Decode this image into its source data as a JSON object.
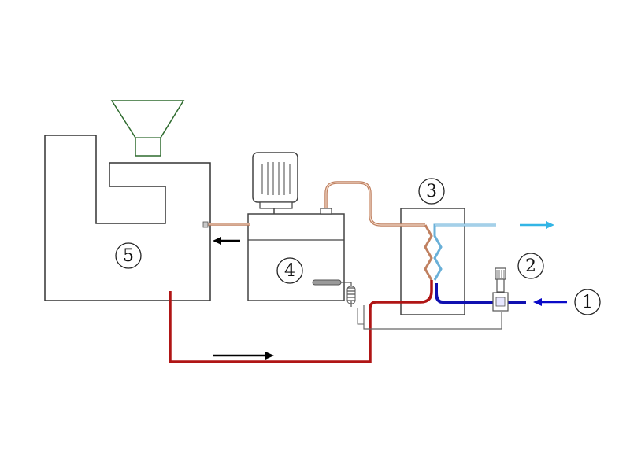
{
  "diagram": {
    "callouts": [
      {
        "id": "1",
        "label": "1"
      },
      {
        "id": "2",
        "label": "2"
      },
      {
        "id": "3",
        "label": "3"
      },
      {
        "id": "4",
        "label": "4"
      },
      {
        "id": "5",
        "label": "5"
      }
    ],
    "colors": {
      "outline": "#333333",
      "hopper": "#2e6b2e",
      "hot_pipe": "#b01515",
      "cold_pipe": "#1010b0",
      "warm_pipe": "#c08060",
      "outlet_pipe": "#6ab0d8",
      "arrow_black": "#000000",
      "arrow_blue": "#0a0ac8",
      "arrow_cyan": "#33b5e5"
    }
  }
}
